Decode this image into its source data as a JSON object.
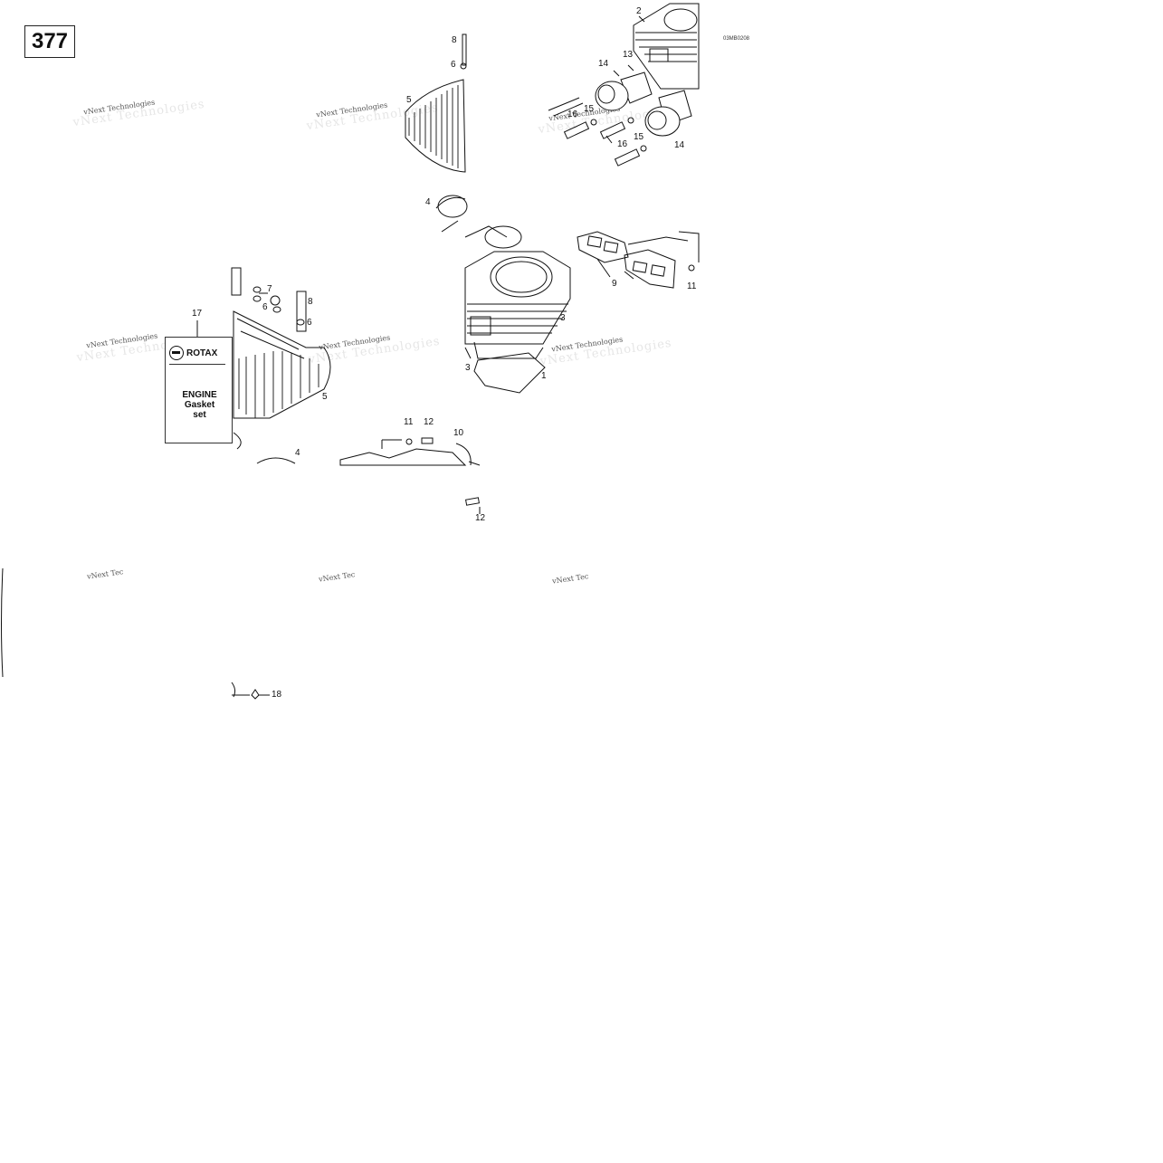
{
  "page": {
    "number": "377",
    "ref_code": "03MB0208"
  },
  "watermark": {
    "text": "vNext Technologies",
    "short_text": "vNext Tec"
  },
  "gasket_card": {
    "brand": "ROTAX",
    "line1": "ENGINE",
    "line2": "Gasket",
    "line3": "set"
  },
  "callouts": [
    "1",
    "2",
    "3",
    "3",
    "4",
    "4",
    "5",
    "5",
    "6",
    "6",
    "6",
    "7",
    "8",
    "8",
    "9",
    "10",
    "11",
    "11",
    "12",
    "12",
    "13",
    "14",
    "14",
    "15",
    "15",
    "16",
    "16",
    "17",
    "18"
  ],
  "colors": {
    "ink": "#111111",
    "watermark": "#555555",
    "background": "#ffffff"
  }
}
